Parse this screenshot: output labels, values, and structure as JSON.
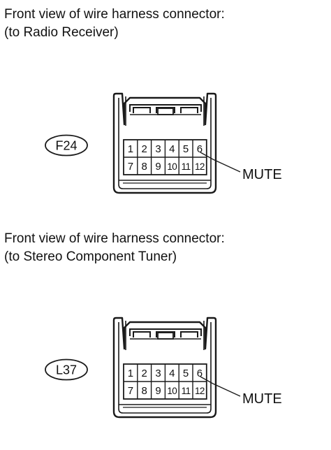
{
  "connectors": [
    {
      "id": "F24",
      "title_line1": "Front view of wire harness connector:",
      "title_line2": "(to Radio Receiver)",
      "code": "F24",
      "pins_top": [
        "1",
        "2",
        "3",
        "4",
        "5",
        "6"
      ],
      "pins_bottom": [
        "7",
        "8",
        "9",
        "10",
        "11",
        "12"
      ],
      "callout_label": "MUTE",
      "callout_pin": "6"
    },
    {
      "id": "L37",
      "title_line1": "Front view of wire harness connector:",
      "title_line2": "(to Stereo Component Tuner)",
      "code": "L37",
      "pins_top": [
        "1",
        "2",
        "3",
        "4",
        "5",
        "6"
      ],
      "pins_bottom": [
        "7",
        "8",
        "9",
        "10",
        "11",
        "12"
      ],
      "callout_label": "MUTE",
      "callout_pin": "6"
    }
  ]
}
